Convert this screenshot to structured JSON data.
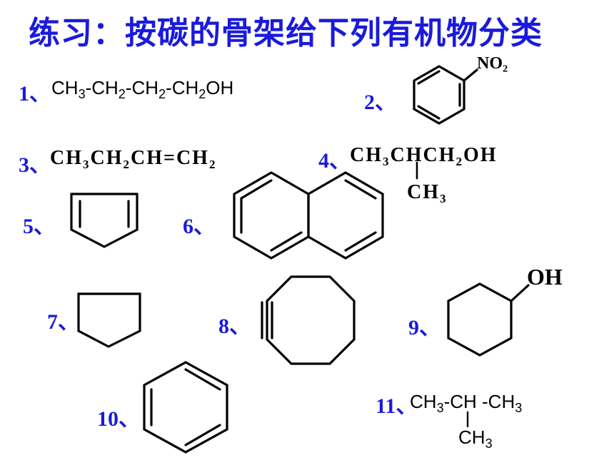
{
  "title": "练习：按碳的骨架给下列有机物分类",
  "colors": {
    "title": "#1a1adc",
    "number": "#1a1adc"
  },
  "items": [
    {
      "number": "1、"
    },
    {
      "number": "2、",
      "group_label": "NO₂"
    },
    {
      "number": "3、"
    },
    {
      "number": "4、"
    },
    {
      "number": "5、"
    },
    {
      "number": "6、"
    },
    {
      "number": "7、"
    },
    {
      "number": "8、"
    },
    {
      "number": "9、",
      "group_label": "OH"
    },
    {
      "number": "10、"
    },
    {
      "number": "11、"
    }
  ],
  "formulas": {
    "f1": {
      "a": "CH",
      "b": "3",
      "c": "-CH",
      "d": "2",
      "e": "-CH",
      "f": "2",
      "g": "-CH",
      "h": "2",
      "i": "OH"
    },
    "f3": {
      "a": "CH",
      "b": "3",
      "c": "CH",
      "d": "2",
      "e": "CH=CH",
      "f": "2"
    },
    "f4": {
      "a": "CH",
      "b": "3",
      "c": "CHCH",
      "d": "2",
      "e": "OH",
      "branch_a": "CH",
      "branch_b": "3"
    },
    "f11": {
      "a": "CH",
      "b": "3",
      "c": "-CH -CH",
      "d": "3",
      "branch_a": "CH",
      "branch_b": "3"
    }
  }
}
